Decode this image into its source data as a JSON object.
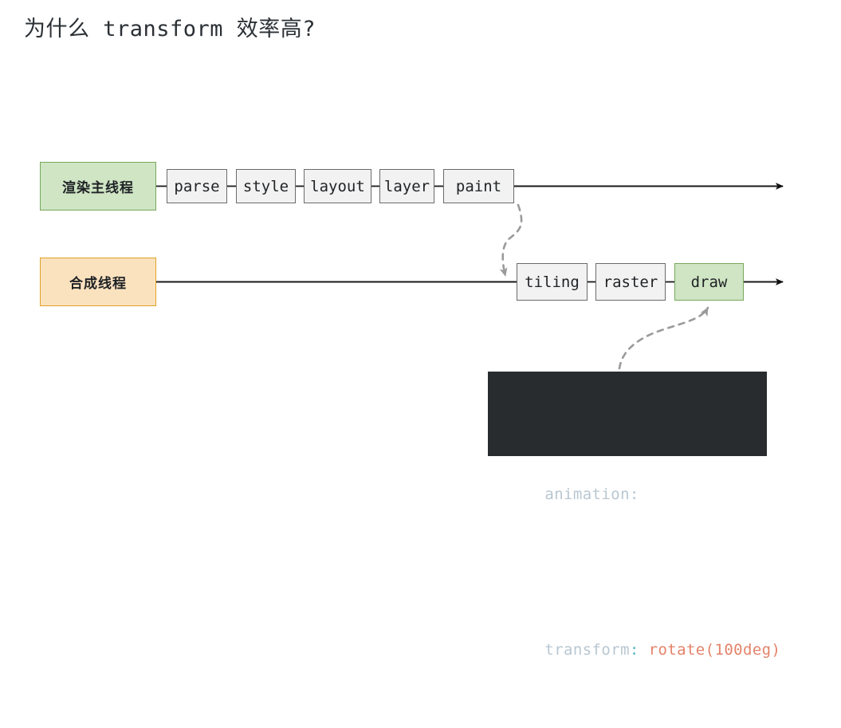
{
  "page": {
    "title": "为什么 transform 效率高?",
    "background_color": "#ffffff"
  },
  "colors": {
    "green_fill": "#cfe5c4",
    "green_border": "#76a85c",
    "orange_fill": "#fbe2bf",
    "orange_border": "#e0a128",
    "box_fill": "#f2f2f2",
    "box_border": "#6b6b6b",
    "line": "#1a1a1a",
    "dashed_line": "#9a9a9a",
    "code_bg": "#282c2e",
    "code_prop": "#b9c7d1",
    "code_punc": "#56b6c2",
    "code_value": "#e4836a"
  },
  "diagram": {
    "lanes": [
      {
        "id": "main-thread",
        "label": "渲染主线程",
        "style": "green",
        "stages": [
          "parse",
          "style",
          "layout",
          "layer",
          "paint"
        ]
      },
      {
        "id": "compositor-thread",
        "label": "合成线程",
        "style": "orange",
        "stages": [
          "tiling",
          "raster",
          "draw"
        ],
        "highlight_stage": "draw"
      }
    ],
    "arrows": [
      {
        "id": "paint-to-tiling",
        "from": "paint",
        "to": "tiling",
        "style": "dashed"
      },
      {
        "id": "code-to-draw",
        "from": "code-snippet",
        "to": "draw",
        "style": "dashed"
      },
      {
        "id": "main-thread-timeline",
        "from": "paint",
        "to": "timeline-end",
        "style": "solid"
      },
      {
        "id": "compositor-timeline-left",
        "from": "合成线程",
        "to": "tiling",
        "style": "solid"
      },
      {
        "id": "compositor-timeline-right",
        "from": "draw",
        "to": "timeline-end",
        "style": "solid"
      }
    ]
  },
  "code_snippet": {
    "lines": [
      {
        "property": "animation:",
        "value": ""
      },
      {
        "property": "transform",
        "punctuation": ":",
        "value": " rotate(100deg)"
      }
    ],
    "line1_text": "animation:",
    "line2_property": "transform",
    "line2_colon": ":",
    "line2_value": " rotate(100deg)"
  }
}
